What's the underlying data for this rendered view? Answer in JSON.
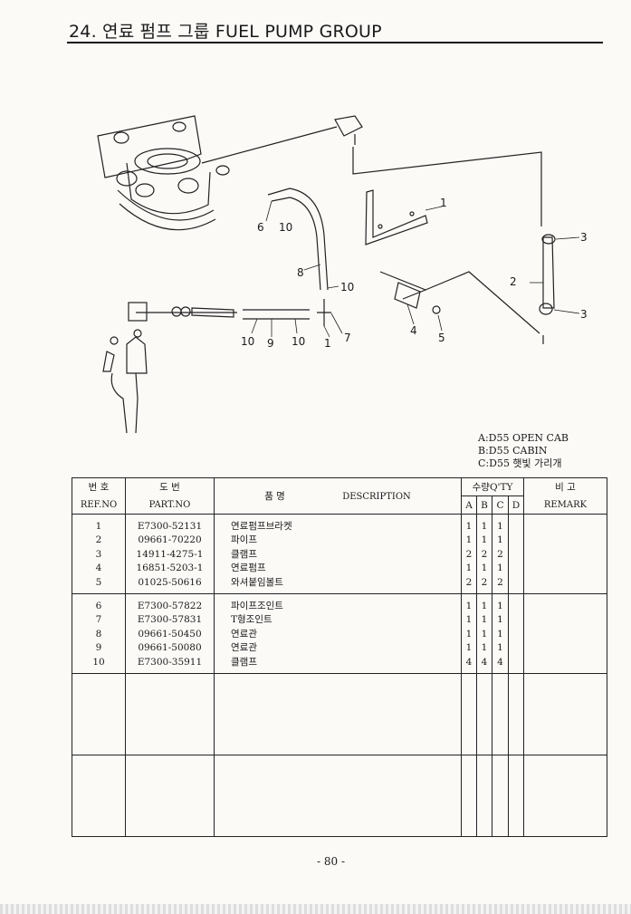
{
  "title": "24. 연료 펌프 그룹  FUEL PUMP GROUP",
  "callouts": [
    "1",
    "2",
    "3",
    "3",
    "4",
    "5",
    "6",
    "10",
    "8",
    "10",
    "10",
    "9",
    "10",
    "1",
    "7"
  ],
  "legend": [
    "A:D55 OPEN CAB",
    "B:D55 CABIN",
    "C:D55 햇빛 가리개"
  ],
  "table": {
    "h_ref_ko": "번 호",
    "h_ref_en": "REF.NO",
    "h_part_ko": "도  번",
    "h_part_en": "PART.NO",
    "h_name_ko": "품   명",
    "h_desc": "DESCRIPTION",
    "h_qty": "수량Q'TY",
    "h_a": "A",
    "h_b": "B",
    "h_c": "C",
    "h_d": "D",
    "h_remark_ko": "비  고",
    "h_remark_en": "REMARK",
    "group1": {
      "ref": "1\n2\n3\n4\n5",
      "part": "E7300-52131\n09661-70220\n14911-4275-1\n16851-5203-1\n01025-50616",
      "name": "연료펌프브라켓\n파이프\n클램프\n연료펌프\n와셔붙임볼트",
      "a": "1\n1\n2\n1\n2",
      "b": "1\n1\n2\n1\n2",
      "c": "1\n1\n2\n1\n2"
    },
    "group2": {
      "ref": "6\n7\n8\n9\n10",
      "part": "E7300-57822\nE7300-57831\n09661-50450\n09661-50080\nE7300-35911",
      "name": "파이프조인트\nT형조인트\n연료관\n연료관\n클램프",
      "a": "1\n1\n1\n1\n4",
      "b": "1\n1\n1\n1\n4",
      "c": "1\n1\n1\n1\n4"
    }
  },
  "page_number": "- 80 -"
}
